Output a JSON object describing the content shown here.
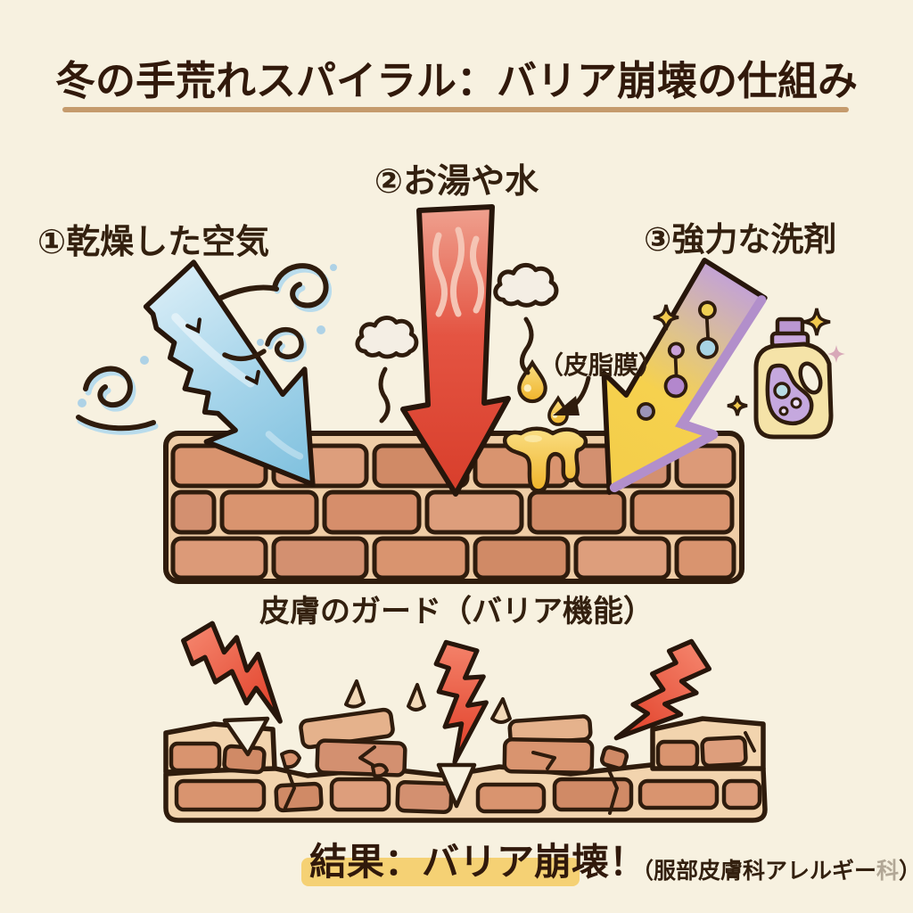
{
  "page": {
    "background": "#f7f1e0",
    "ink": "#33200f"
  },
  "title": {
    "text": "冬の手荒れスパイラル：バリア崩壊の仕組み",
    "underline_color": "#c59b6d"
  },
  "causes": [
    {
      "label": "①乾燥した空気",
      "icon": "icy-wind-arrow",
      "color": "#a5d4ea"
    },
    {
      "label": "②お湯や水",
      "icon": "hot-water-arrow",
      "color": "#e45442"
    },
    {
      "label": "③強力な洗剤",
      "icon": "detergent-arrow",
      "color": "#f6d14e",
      "accent_color": "#b28fcb"
    }
  ],
  "sebum": {
    "label": "（皮脂膜）"
  },
  "wall": {
    "caption": "皮膚のガード（バリア機能）",
    "brick_color": "#d9946f",
    "mortar_color": "#efcda6"
  },
  "result": {
    "text": "結果：バリア崩壊！",
    "highlight_color": "#f4cd68"
  },
  "credit": {
    "text_start": "（服部皮膚科アレルギー",
    "text_faded": "科",
    "text_end": "）"
  }
}
